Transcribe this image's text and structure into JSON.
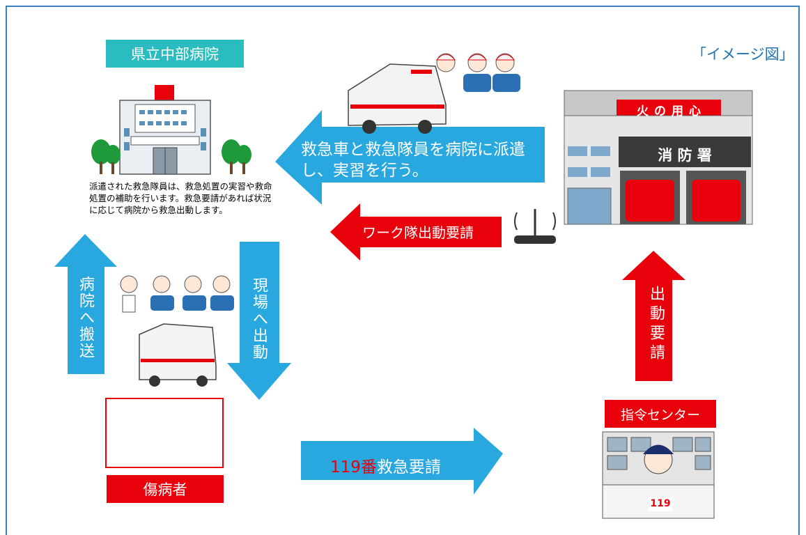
{
  "hospital": {
    "label": "県立中部病院",
    "description": "派遣された救急隊員は、救急処置の実習や救命処置の補助を行います。救急要請があれば状況に応じて病院から救急出動します。"
  },
  "image_caption": "「イメージ図」",
  "fire_station": {
    "sign_top": "火の用心",
    "sign_name": "消 防 署"
  },
  "arrows": {
    "dispatch_to_hospital": "救急車と救急隊員を病院に派遣し、実習を行う。",
    "work_team_request": "ワーク隊出動要請",
    "to_hospital": "病院へ搬送",
    "to_scene": "現場へ出動",
    "dispatch_request": "出動要請",
    "call_number": "119番",
    "call_text": "救急要請"
  },
  "command_center": {
    "label": "指令センター",
    "desk_number": "119"
  },
  "patient": {
    "label": "傷病者"
  },
  "colors": {
    "blue_arrow": "#29a8e0",
    "red": "#e8000b",
    "teal": "#2bbcbf",
    "caption_blue": "#1e73b5"
  }
}
